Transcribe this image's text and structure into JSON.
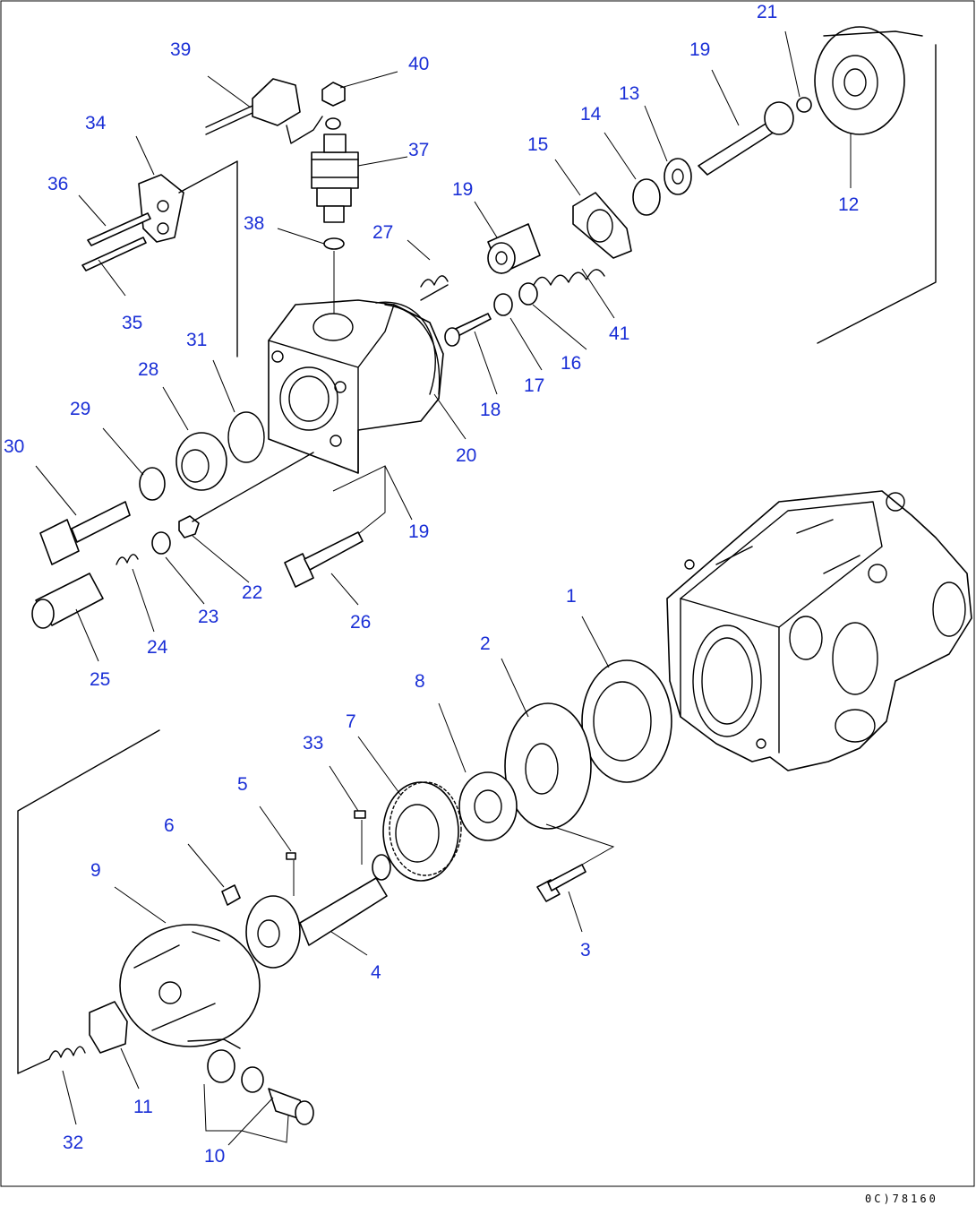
{
  "drawing_code": "0C)78160",
  "callouts": [
    {
      "id": "c1",
      "text": "1"
    },
    {
      "id": "c2",
      "text": "2"
    },
    {
      "id": "c3",
      "text": "3"
    },
    {
      "id": "c4",
      "text": "4"
    },
    {
      "id": "c5",
      "text": "5"
    },
    {
      "id": "c6",
      "text": "6"
    },
    {
      "id": "c7",
      "text": "7"
    },
    {
      "id": "c8",
      "text": "8"
    },
    {
      "id": "c9",
      "text": "9"
    },
    {
      "id": "c10",
      "text": "10"
    },
    {
      "id": "c11",
      "text": "11"
    },
    {
      "id": "c12",
      "text": "12"
    },
    {
      "id": "c13",
      "text": "13"
    },
    {
      "id": "c14",
      "text": "14"
    },
    {
      "id": "c15",
      "text": "15"
    },
    {
      "id": "c16",
      "text": "16"
    },
    {
      "id": "c17",
      "text": "17"
    },
    {
      "id": "c18",
      "text": "18"
    },
    {
      "id": "c19a",
      "text": "19"
    },
    {
      "id": "c19b",
      "text": "19"
    },
    {
      "id": "c19c",
      "text": "19"
    },
    {
      "id": "c20",
      "text": "20"
    },
    {
      "id": "c21",
      "text": "21"
    },
    {
      "id": "c22",
      "text": "22"
    },
    {
      "id": "c23",
      "text": "23"
    },
    {
      "id": "c24",
      "text": "24"
    },
    {
      "id": "c25",
      "text": "25"
    },
    {
      "id": "c26",
      "text": "26"
    },
    {
      "id": "c27",
      "text": "27"
    },
    {
      "id": "c28",
      "text": "28"
    },
    {
      "id": "c29",
      "text": "29"
    },
    {
      "id": "c30",
      "text": "30"
    },
    {
      "id": "c31",
      "text": "31"
    },
    {
      "id": "c32",
      "text": "32"
    },
    {
      "id": "c33",
      "text": "33"
    },
    {
      "id": "c34",
      "text": "34"
    },
    {
      "id": "c35",
      "text": "35"
    },
    {
      "id": "c36",
      "text": "36"
    },
    {
      "id": "c37",
      "text": "37"
    },
    {
      "id": "c38",
      "text": "38"
    },
    {
      "id": "c39",
      "text": "39"
    },
    {
      "id": "c40",
      "text": "40"
    },
    {
      "id": "c41",
      "text": "41"
    }
  ],
  "colors": {
    "callout": "#1a2fd6",
    "line": "#000000",
    "background": "#ffffff"
  }
}
